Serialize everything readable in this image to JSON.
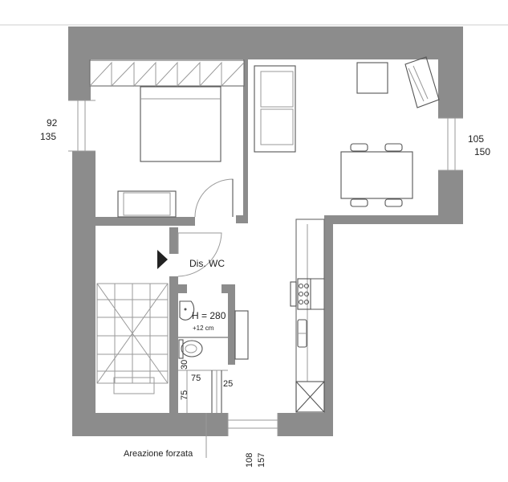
{
  "labels": {
    "window_left_width": "92",
    "window_left_height": "135",
    "window_right_width": "105",
    "window_right_height": "150",
    "window_bottom_width": "108",
    "window_bottom_height": "157",
    "room_label": "Dis. WC",
    "ceiling_height": "H = 280",
    "raised_floor": "+12 cm",
    "dim_30": "30",
    "dim_75_horizontal": "75",
    "dim_75_vertical": "75",
    "dim_25": "25",
    "ventilation_note": "Areazione forzata"
  },
  "colors": {
    "wall": "#8c8c8c",
    "line": "#555555",
    "text": "#222222"
  }
}
